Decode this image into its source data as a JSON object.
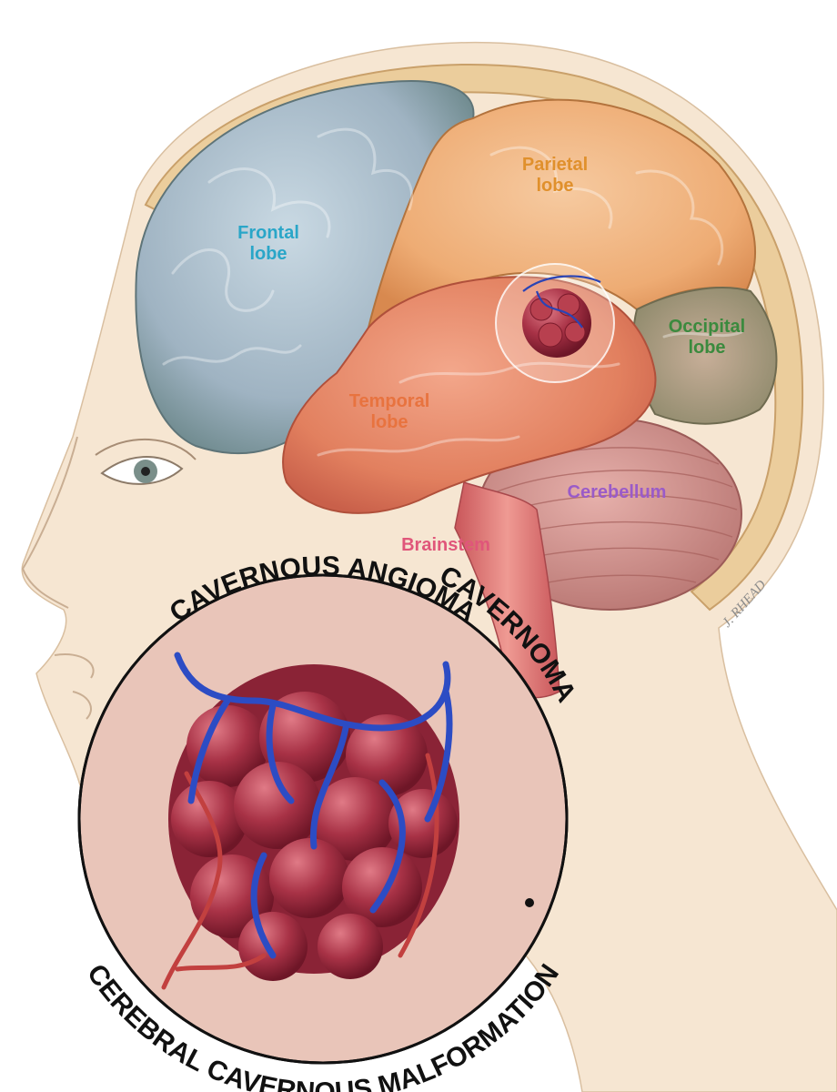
{
  "labels": {
    "frontal": [
      "Frontal",
      "lobe"
    ],
    "parietal": [
      "Parietal",
      "lobe"
    ],
    "occipital": [
      "Occipital",
      "lobe"
    ],
    "temporal": [
      "Temporal",
      "lobe"
    ],
    "cerebellum": "Cerebellum",
    "brainstem": "Brainstem"
  },
  "ring": {
    "top": "CAVERNOUS ANGIOMA",
    "right": "CAVERNOMA",
    "bottom": "CEREBRAL CAVERNOUS MALFORMATION"
  },
  "signature": "J. RHEAD",
  "colors": {
    "frontal": "#2aa6c8",
    "parietal": "#e0902c",
    "occipital": "#3b8a3e",
    "temporal": "#e8733f",
    "cerebellum": "#9a5bc8",
    "brainstem": "#e0567a"
  }
}
